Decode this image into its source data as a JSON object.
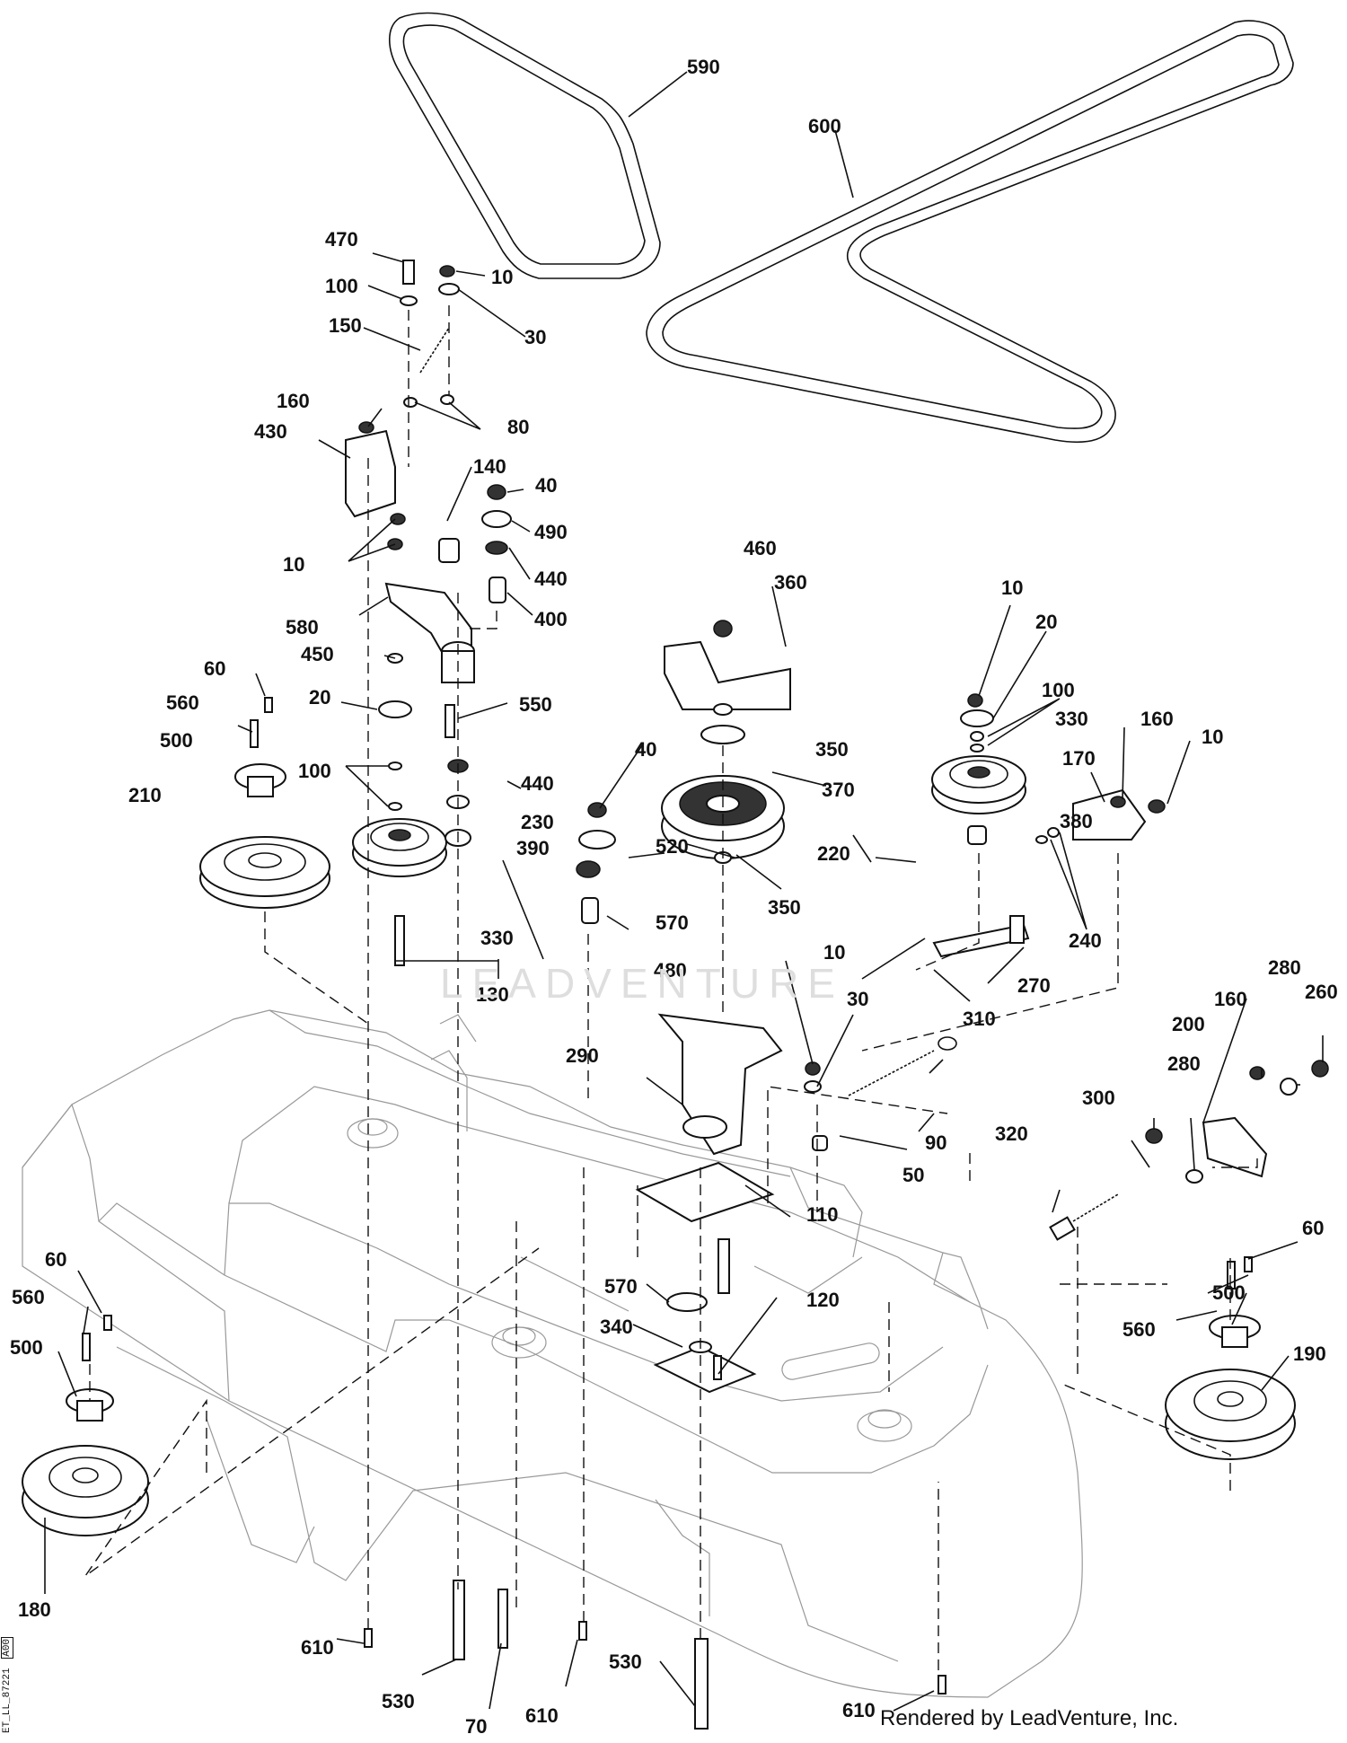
{
  "diagram": {
    "callouts": [
      {
        "id": "c590",
        "text": "590"
      },
      {
        "id": "c600",
        "text": "600"
      },
      {
        "id": "c470",
        "text": "470"
      },
      {
        "id": "c100a",
        "text": "100"
      },
      {
        "id": "c10a",
        "text": "10"
      },
      {
        "id": "c30a",
        "text": "30"
      },
      {
        "id": "c150",
        "text": "150"
      },
      {
        "id": "c160a",
        "text": "160"
      },
      {
        "id": "c80",
        "text": "80"
      },
      {
        "id": "c430",
        "text": "430"
      },
      {
        "id": "c140",
        "text": "140"
      },
      {
        "id": "c40a",
        "text": "40"
      },
      {
        "id": "c490",
        "text": "490"
      },
      {
        "id": "c10b",
        "text": "10"
      },
      {
        "id": "c440a",
        "text": "440"
      },
      {
        "id": "c400",
        "text": "400"
      },
      {
        "id": "c580",
        "text": "580"
      },
      {
        "id": "c460",
        "text": "460"
      },
      {
        "id": "c360",
        "text": "360"
      },
      {
        "id": "c10c",
        "text": "10"
      },
      {
        "id": "c20a",
        "text": "20"
      },
      {
        "id": "c450",
        "text": "450"
      },
      {
        "id": "c60a",
        "text": "60"
      },
      {
        "id": "c20b",
        "text": "20"
      },
      {
        "id": "c550",
        "text": "550"
      },
      {
        "id": "c100b",
        "text": "100"
      },
      {
        "id": "c330a",
        "text": "330"
      },
      {
        "id": "c560a",
        "text": "560"
      },
      {
        "id": "c160b",
        "text": "160"
      },
      {
        "id": "c10d",
        "text": "10"
      },
      {
        "id": "c350a",
        "text": "350"
      },
      {
        "id": "c170",
        "text": "170"
      },
      {
        "id": "c500a",
        "text": "500"
      },
      {
        "id": "c40b",
        "text": "40"
      },
      {
        "id": "c370",
        "text": "370"
      },
      {
        "id": "c100c",
        "text": "100"
      },
      {
        "id": "c440b",
        "text": "440"
      },
      {
        "id": "c210",
        "text": "210"
      },
      {
        "id": "c230",
        "text": "230"
      },
      {
        "id": "c380",
        "text": "380"
      },
      {
        "id": "c520",
        "text": "520"
      },
      {
        "id": "c220",
        "text": "220"
      },
      {
        "id": "c390",
        "text": "390"
      },
      {
        "id": "c570a",
        "text": "570"
      },
      {
        "id": "c350b",
        "text": "350"
      },
      {
        "id": "c240",
        "text": "240"
      },
      {
        "id": "c330b",
        "text": "330"
      },
      {
        "id": "c480",
        "text": "480"
      },
      {
        "id": "c10e",
        "text": "10"
      },
      {
        "id": "c130",
        "text": "130"
      },
      {
        "id": "c30b",
        "text": "30"
      },
      {
        "id": "c270",
        "text": "270"
      },
      {
        "id": "c280a",
        "text": "280"
      },
      {
        "id": "c260",
        "text": "260"
      },
      {
        "id": "c310",
        "text": "310"
      },
      {
        "id": "c200",
        "text": "200"
      },
      {
        "id": "c160c",
        "text": "160"
      },
      {
        "id": "c290",
        "text": "290"
      },
      {
        "id": "c280b",
        "text": "280"
      },
      {
        "id": "c90",
        "text": "90"
      },
      {
        "id": "c300",
        "text": "300"
      },
      {
        "id": "c50",
        "text": "50"
      },
      {
        "id": "c320",
        "text": "320"
      },
      {
        "id": "c110",
        "text": "110"
      },
      {
        "id": "c60b",
        "text": "60"
      },
      {
        "id": "c60c",
        "text": "60"
      },
      {
        "id": "c570b",
        "text": "570"
      },
      {
        "id": "c120",
        "text": "120"
      },
      {
        "id": "c500b",
        "text": "500"
      },
      {
        "id": "c560b",
        "text": "560"
      },
      {
        "id": "c340",
        "text": "340"
      },
      {
        "id": "c560c",
        "text": "560"
      },
      {
        "id": "c190",
        "text": "190"
      },
      {
        "id": "c500c",
        "text": "500"
      },
      {
        "id": "c180",
        "text": "180"
      },
      {
        "id": "c610a",
        "text": "610"
      },
      {
        "id": "c530a",
        "text": "530"
      },
      {
        "id": "c610b",
        "text": "610"
      },
      {
        "id": "c530b",
        "text": "530"
      },
      {
        "id": "c70",
        "text": "70"
      },
      {
        "id": "c610c",
        "text": "610"
      }
    ]
  },
  "footer": {
    "credit": "Rendered by LeadVenture, Inc.",
    "reference_code": "ET_LL_87221",
    "revision": "A00"
  },
  "watermark": {
    "text": "LEADVENTURE"
  }
}
